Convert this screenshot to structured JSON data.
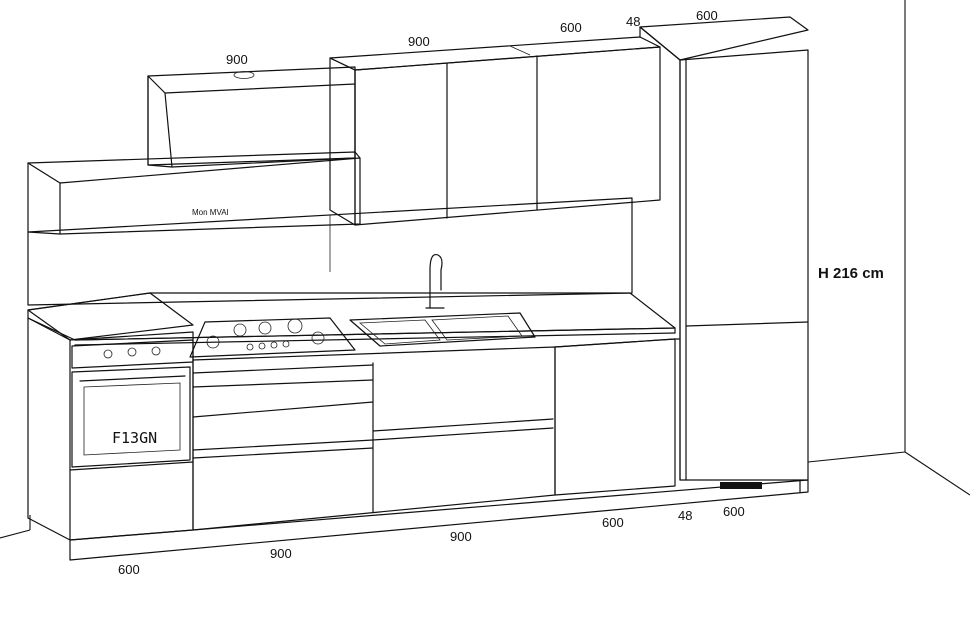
{
  "height_label": "H 216 cm",
  "hood_label": "Mon MVAI",
  "oven_label": "F13GN",
  "top_dims": {
    "d1": "900",
    "d2": "900",
    "d3": "600",
    "d4": "48",
    "d5": "600"
  },
  "bottom_dims": {
    "d1": "600",
    "d2": "900",
    "d3": "900",
    "d4": "600",
    "d5": "48",
    "d6": "600"
  }
}
